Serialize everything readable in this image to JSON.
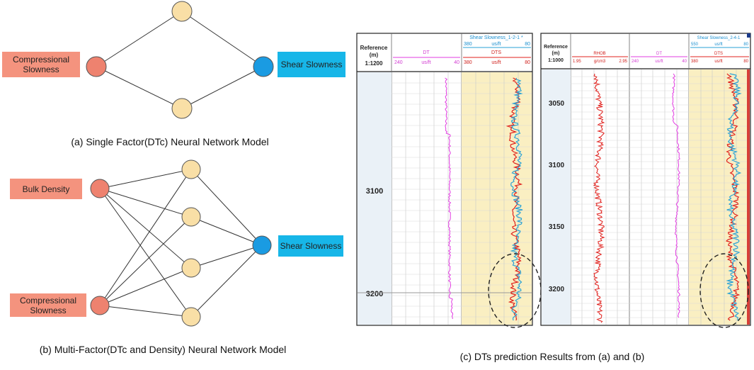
{
  "colors": {
    "input_box": "#f4937e",
    "output_box": "#17b6e8",
    "input_node": "#ee826f",
    "hidden_node": "#f9dfa6",
    "output_node": "#1a9be2",
    "track_fill": "#faefc2",
    "depth_fill": "#eaf1f7",
    "dt_curve": "#e23ce2",
    "dts_measured": "#e0201c",
    "dts_predicted": "#2aa2d6",
    "rhob_curve": "#e0201c"
  },
  "diagram_a": {
    "input_label": "Compressional Slowness",
    "output_label": "Shear Slowness",
    "caption": "(a) Single Factor(DTc) Neural Network Model"
  },
  "diagram_b": {
    "input_label_1": "Bulk Density",
    "input_label_2": "Compressional Slowness",
    "output_label": "Shear Slowness",
    "caption": "(b) Multi-Factor(DTc and Density) Neural Network Model"
  },
  "panel_c": {
    "caption": "(c) DTs prediction Results from (a) and (b)"
  },
  "log1": {
    "reference": "Reference",
    "unit": "(m)",
    "scale": "1:1200",
    "dt_name": "DT",
    "dt_min": "240",
    "dt_unit": "us/ft",
    "dt_max": "40",
    "shear_title": "Shear Slowness_1-2-1 *",
    "shear_min": "380",
    "shear_unit": "us/ft",
    "shear_max": "80",
    "dts_name": "DTS",
    "dts_min": "380",
    "dts_unit": "us/ft",
    "dts_max": "80",
    "depth_ticks": [
      "3100",
      "3200"
    ]
  },
  "log2": {
    "reference": "Reference",
    "unit": "(m)",
    "scale": "1:1000",
    "rhob_name": "RHOB",
    "rhob_min": "1.95",
    "rhob_unit": "g/cm3",
    "rhob_max": "2.95",
    "dt_name": "DT",
    "dt_min": "240",
    "dt_unit": "us/ft",
    "dt_max": "40",
    "shear_title": "Shear Slowness_2-4-1",
    "shear_min": "550",
    "shear_unit": "us/ft",
    "shear_max": "80",
    "dts_name": "DTS",
    "dts_min": "380",
    "dts_unit": "us/ft",
    "dts_max": "80",
    "depth_ticks": [
      "3050",
      "3100",
      "3150",
      "3200"
    ]
  }
}
